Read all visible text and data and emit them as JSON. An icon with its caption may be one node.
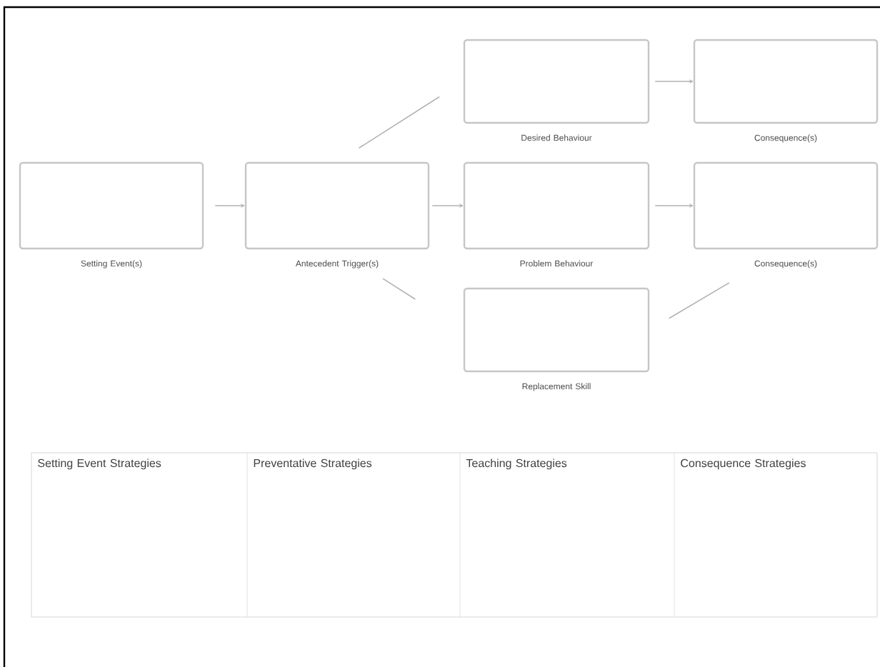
{
  "diagram": {
    "nodes": [
      {
        "text": [
          "Setting Event(s)"
        ]
      },
      {
        "text": [
          "Antecedent Trigger(s)"
        ]
      },
      {
        "text": [
          "Desired Behaviour"
        ]
      },
      {
        "text": [
          "Consequence(s)"
        ]
      },
      {
        "text": [
          "Problem Behaviour"
        ]
      },
      {
        "text": [
          "Consequence(s)"
        ]
      },
      {
        "text": [
          "Replacement Skill"
        ]
      }
    ],
    "edges": [
      {
        "from": 0,
        "to": 1,
        "arrow": "to"
      },
      {
        "from": 1,
        "to": 4,
        "arrow": "to"
      },
      {
        "from": 2,
        "to": 3,
        "arrow": "to"
      },
      {
        "from": 4,
        "to": 5,
        "arrow": "to"
      },
      {
        "from": 1,
        "to": 2,
        "arrow": "none"
      },
      {
        "from": 1,
        "to": 6,
        "arrow": "none"
      },
      {
        "from": 6,
        "to": 5,
        "arrow": "none"
      }
    ],
    "labels": [
      "Setting Event Strategies",
      "Preventative Strategies",
      "Teaching Strategies",
      "Consequence Strategies"
    ]
  }
}
